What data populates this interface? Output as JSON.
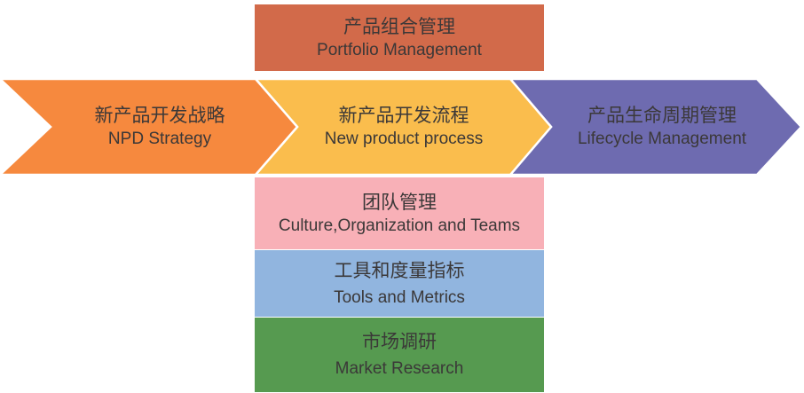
{
  "diagram": {
    "text_color": "#3B3838",
    "top_box": {
      "zh": "产品组合管理",
      "en": "Portfolio Management",
      "color": "#D26A4A"
    },
    "arrows": [
      {
        "zh": "新产品开发战略",
        "en": "NPD Strategy",
        "color": "#F6893E"
      },
      {
        "zh": "新产品开发流程",
        "en": "New product process",
        "color": "#FABD4D"
      },
      {
        "zh": "产品生命周期管理",
        "en": "Lifecycle Management",
        "color": "#6E6BB0"
      }
    ],
    "bottom_boxes": [
      {
        "zh": "团队管理",
        "en": "Culture,Organization and Teams",
        "color": "#F8B0B7"
      },
      {
        "zh": "工具和度量指标",
        "en": "Tools and Metrics",
        "color": "#91B5DF"
      },
      {
        "zh": "市场调研",
        "en": "Market Research",
        "color": "#569A50"
      }
    ],
    "stroke_color": "#FFFFFF"
  }
}
